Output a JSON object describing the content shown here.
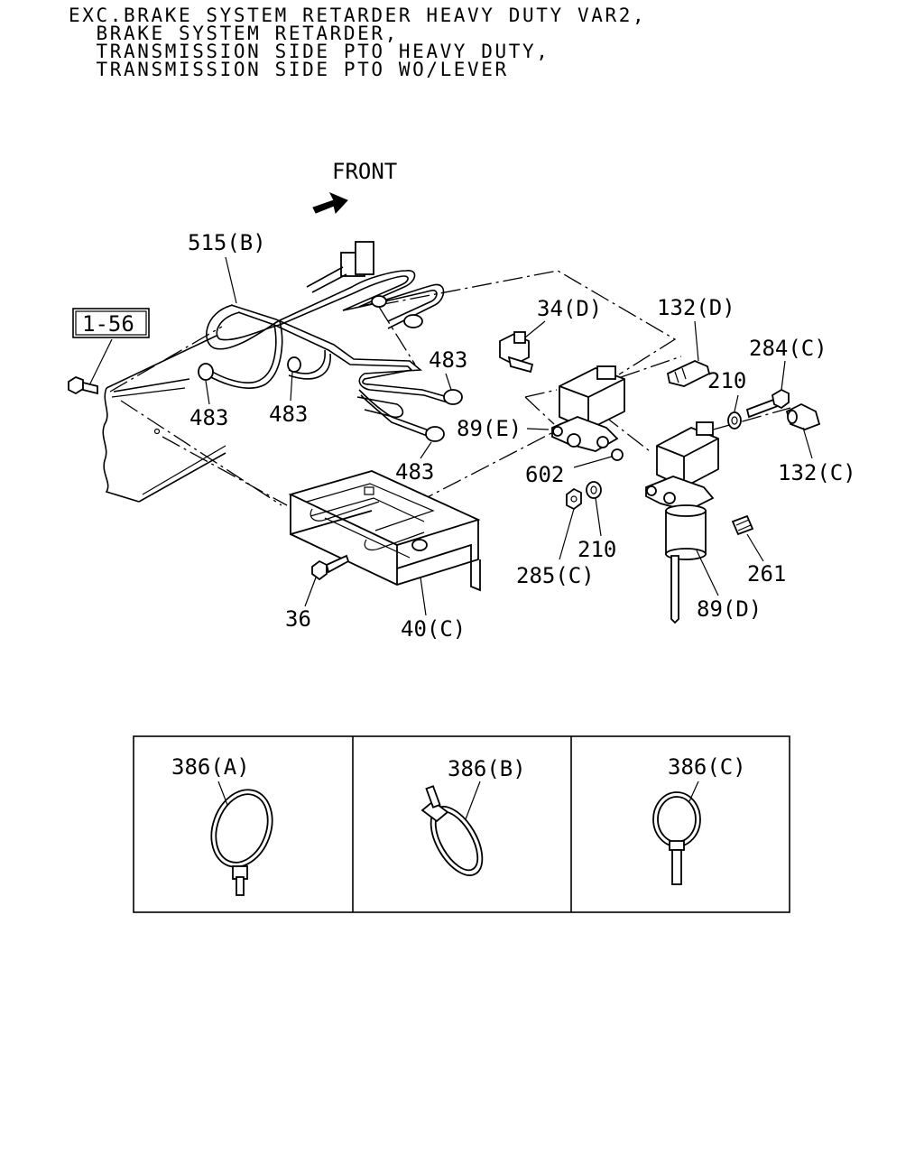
{
  "header": {
    "lines": [
      "EXC.BRAKE SYSTEM RETARDER HEAVY DUTY VAR2,",
      "  BRAKE SYSTEM RETARDER,",
      "  TRANSMISSION SIDE PTO HEAVY DUTY,",
      "  TRANSMISSION SIDE PTO WO/LEVER"
    ]
  },
  "direction": {
    "label": "FRONT"
  },
  "reference_box": {
    "label": "1-56"
  },
  "callouts": {
    "c515b": "515(B)",
    "c483a": "483",
    "c483b": "483",
    "c483c": "483",
    "c483d": "483",
    "c34d": "34(D)",
    "c132d": "132(D)",
    "c284c": "284(C)",
    "c210a": "210",
    "c89e": "89(E)",
    "c602": "602",
    "c132c": "132(C)",
    "c210b": "210",
    "c285c": "285(C)",
    "c261": "261",
    "c89d": "89(D)",
    "c36": "36",
    "c40c": "40(C)"
  },
  "clamp_panel": {
    "items": [
      {
        "label": "386(A)",
        "icon": "cable-tie-a-icon"
      },
      {
        "label": "386(B)",
        "icon": "cable-tie-b-icon"
      },
      {
        "label": "386(C)",
        "icon": "cable-tie-c-icon"
      }
    ]
  }
}
